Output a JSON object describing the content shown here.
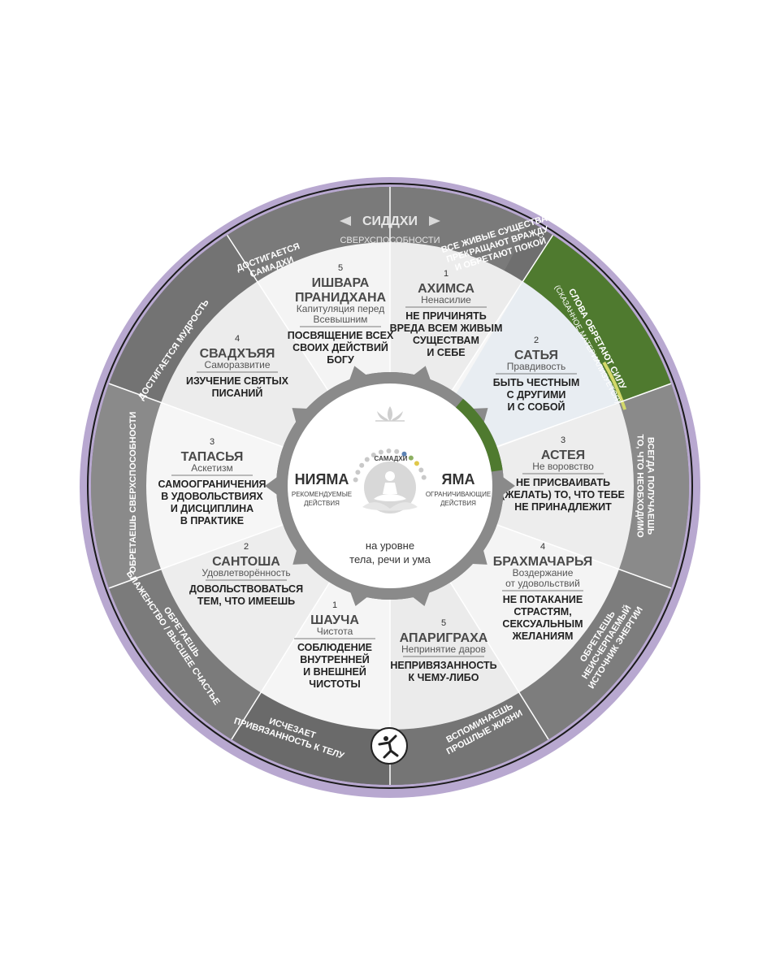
{
  "colors": {
    "ring_lilac": "#b8a8d0",
    "outer_dark": "#6f6f6f",
    "outer_mid": "#7d7d7d",
    "highlight_green": "#4f7a2f",
    "segment_light": "#eeeeee",
    "segment_lighter": "#f5f5f5",
    "hub_gear": "#8a8a8a",
    "hub_fill": "#ffffff",
    "satya_name": "#4f7a2f"
  },
  "siddhi": {
    "title": "СИДДХИ",
    "subtitle": "СВЕРХСПОСОБНОСТИ"
  },
  "hub": {
    "niyama": "НИЯМА",
    "niyama_sub_1": "РЕКОМЕНДУЕМЫЕ",
    "niyama_sub_2": "ДЕЙСТВИЯ",
    "yama": "ЯМА",
    "yama_sub_1": "ОГРАНИЧИВАЮЩИЕ",
    "yama_sub_2": "ДЕЙСТВИЯ",
    "samadhi": "САМАДХИ",
    "level_1": "на уровне",
    "level_2": "тела, речи и ума",
    "lotus_icon": "lotus-icon",
    "meditator_icon": "meditator-icon"
  },
  "segments": [
    {
      "id": "ahimsa",
      "num": "1",
      "name": "АХИМСА",
      "sub": [
        "Ненасилие"
      ],
      "desc": [
        "НЕ ПРИЧИНЯТЬ",
        "ВРЕДА ВСЕМ ЖИВЫМ",
        "СУЩЕСТВАМ",
        "И СЕБЕ"
      ],
      "outer": [
        "ВСЕ ЖИВЫЕ СУЩЕСТВА",
        "ПРЕКРАЩАЮТ ВРАЖДУ",
        "И ОБРЕТАЮТ ПОКОЙ"
      ]
    },
    {
      "id": "satya",
      "num": "2",
      "name": "САТЬЯ",
      "sub": [
        "Правдивость"
      ],
      "desc": [
        "БЫТЬ ЧЕСТНЫМ",
        "С ДРУГИМИ",
        "И С СОБОЙ"
      ],
      "outer": [
        "СЛОВА ОБРЕТАЮТ СИЛУ",
        "(СКАЗАННОЕ МАТЕРИАЛИЗУЕТСЯ)"
      ]
    },
    {
      "id": "asteya",
      "num": "3",
      "name": "АСТЕЯ",
      "sub": [
        "Не воровство"
      ],
      "desc": [
        "НЕ ПРИСВАИВАТЬ",
        "(ЖЕЛАТЬ) ТО, ЧТО ТЕБЕ",
        "НЕ ПРИНАДЛЕЖИТ"
      ],
      "outer": [
        "ВСЕГДА ПОЛУЧАЕШЬ",
        "ТО, ЧТО НЕОБХОДИМО"
      ]
    },
    {
      "id": "brahmacharya",
      "num": "4",
      "name": "БРАХМАЧАРЬЯ",
      "sub": [
        "Воздержание",
        "от удовольствий"
      ],
      "desc": [
        "НЕ ПОТАКАНИЕ",
        "СТРАСТЯМ,",
        "СЕКСУАЛЬНЫМ",
        "ЖЕЛАНИЯМ"
      ],
      "outer": [
        "ОБРЕТАЕШЬ",
        "НЕИСЧЕРПАЕМЫЙ",
        "ИСТОЧНИК ЭНЕРГИИ"
      ]
    },
    {
      "id": "aparigraha",
      "num": "5",
      "name": "АПАРИГРАХА",
      "sub": [
        "Непринятие даров"
      ],
      "desc": [
        "НЕПРИВЯЗАННОСТЬ",
        "К ЧЕМУ-ЛИБО"
      ],
      "outer": [
        "ВСПОМИНАЕШЬ",
        "ПРОШЛЫЕ ЖИЗНИ"
      ]
    },
    {
      "id": "shaucha",
      "num": "1",
      "name": "ШАУЧА",
      "sub": [
        "Чистота"
      ],
      "desc": [
        "СОБЛЮДЕНИЕ",
        "ВНУТРЕННЕЙ",
        "И ВНЕШНЕЙ",
        "ЧИСТОТЫ"
      ],
      "outer": [
        "ИСЧЕЗАЕТ",
        "ПРИВЯЗАННОСТЬ К ТЕЛУ"
      ]
    },
    {
      "id": "santosha",
      "num": "2",
      "name": "САНТОША",
      "sub": [
        "Удовлетворённость"
      ],
      "desc": [
        "ДОВОЛЬСТВОВАТЬСЯ",
        "ТЕМ, ЧТО ИМЕЕШЬ"
      ],
      "outer": [
        "ОБРЕТАЕШЬ",
        "БЛАЖЕНСТВО / ВЫСШЕЕ СЧАСТЬЕ"
      ]
    },
    {
      "id": "tapasya",
      "num": "3",
      "name": "ТАПАСЬЯ",
      "sub": [
        "Аскетизм"
      ],
      "desc": [
        "САМООГРАНИЧЕНИЯ",
        "В УДОВОЛЬСТВИЯХ",
        "И ДИСЦИПЛИНА",
        "В ПРАКТИКЕ"
      ],
      "outer": [
        "ОБРЕТАЕШЬ СВЕРХСПОСОБНОСТИ"
      ]
    },
    {
      "id": "svadhyaya",
      "num": "4",
      "name": "СВАДХЪЯЯ",
      "sub": [
        "Саморазвитие"
      ],
      "desc": [
        "ИЗУЧЕНИЕ СВЯТЫХ",
        "ПИСАНИЙ"
      ],
      "outer": [
        "ДОСТИГАЕТСЯ МУДРОСТЬ"
      ]
    },
    {
      "id": "ishvara",
      "num": "5",
      "name": "ИШВАРА",
      "name2": "ПРАНИДХАНА",
      "sub": [
        "Капитуляция перед",
        "Всевышним"
      ],
      "desc": [
        "ПОСВЯЩЕНИЕ ВСЕХ",
        "СВОИХ ДЕЙСТВИЙ",
        "БОГУ"
      ],
      "outer": [
        "ДОСТИГАЕТСЯ",
        "САМАДХИ"
      ]
    }
  ],
  "logo": {
    "icon": "dancer-logo-icon"
  }
}
